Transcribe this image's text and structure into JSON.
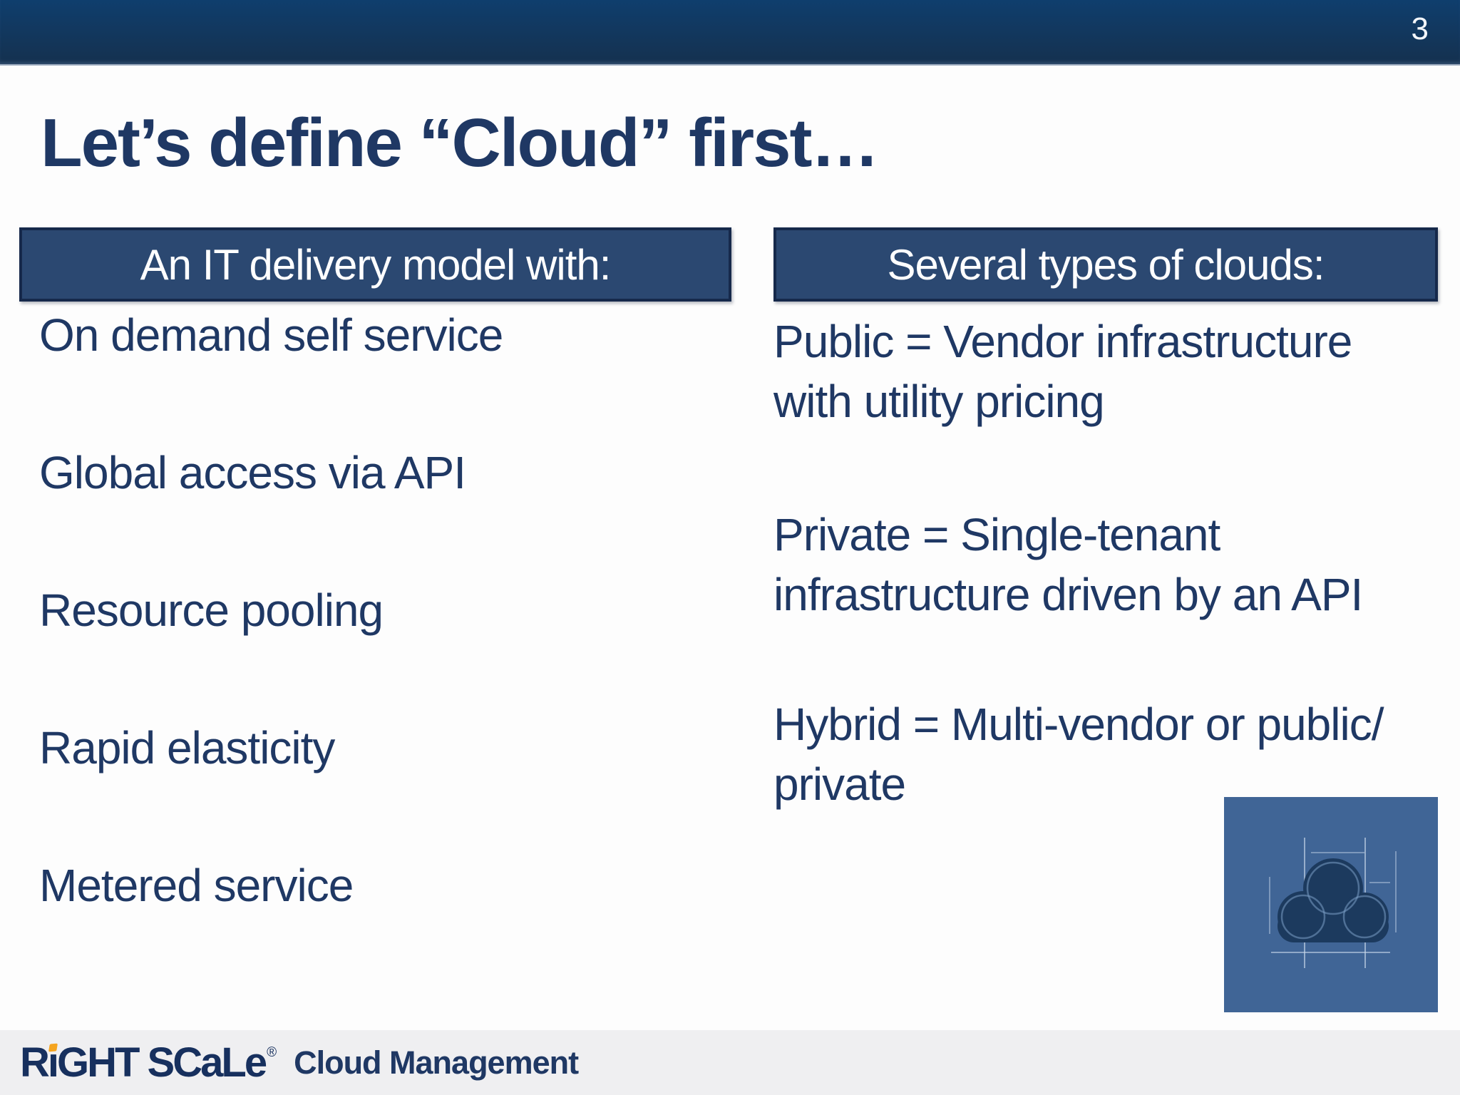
{
  "meta": {
    "page_number": "3"
  },
  "title": "Let’s define “Cloud” first…",
  "left_panel": {
    "header": "An IT delivery model with:",
    "items": [
      "On demand self service",
      "Global access via API",
      "Resource pooling",
      "Rapid elasticity",
      "Metered service"
    ]
  },
  "right_panel": {
    "header": "Several types of clouds:",
    "items": [
      [
        "Public = Vendor infrastructure",
        "with utility pricing"
      ],
      [
        "Private = Single-tenant",
        "infrastructure driven by an API"
      ],
      [
        "Hybrid = Multi-vendor or public/",
        "private"
      ]
    ]
  },
  "footer": {
    "brand_prefix": "R",
    "brand_i": "ı",
    "brand_suffix": "GHT SCaLe",
    "registered": "®",
    "tagline": "Cloud Management"
  },
  "icons": {
    "cloud_image": "cloud-blueprint-icon",
    "logo_dot": "orange-i-dot"
  },
  "theme": {
    "navy_text": "#1F3864",
    "box_fill": "#2B4871",
    "box_border": "#16294B",
    "topbar_top": "#0F3E6D",
    "topbar_bottom": "#15314F",
    "topbar_edge": "#9FADC0",
    "image_bg": "#406596",
    "cloud_fill": "#1C3A5E",
    "cloud_ring": "#7A9CC4",
    "footer_bg": "#EFEFF1",
    "logo_navy": "#17305E",
    "logo_dot": "#F5A41F",
    "white": "#FFFFFF"
  }
}
